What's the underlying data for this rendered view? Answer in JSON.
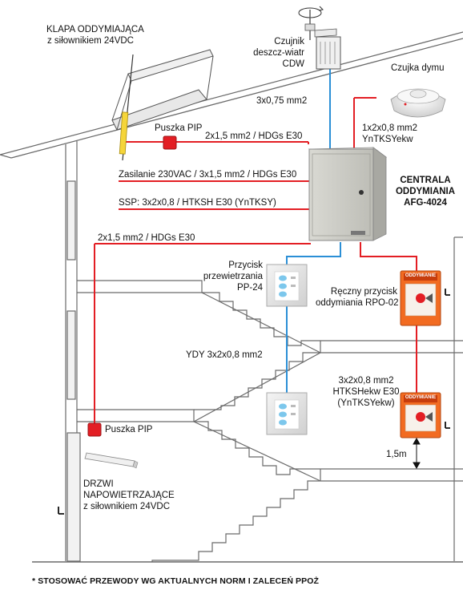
{
  "labels": {
    "roof_vent": [
      "KLAPA ODDYMIAJĄCA",
      "z siłownikiem 24VDC"
    ],
    "rain_wind_sensor": [
      "Czujnik",
      "deszcz-wiatr",
      "CDW"
    ],
    "smoke_detector": "Czujka dymu",
    "cable_sensor": "3x0,75 mm2",
    "pip_top": "Puszka PIP",
    "cable_vent": "2x1,5 mm2 / HDGs E30",
    "cable_detector": [
      "1x2x0,8 mm2",
      "YnTKSYekw"
    ],
    "power": "Zasilanie 230VAC / 3x1,5 mm2 / HDGs E30",
    "ssp": "SSP: 3x2x0,8 / HTKSH E30 (YnTKSY)",
    "cable_door": "2x1,5 mm2 / HDGs E30",
    "controller": [
      "CENTRALA",
      "ODDYMIANIA",
      "AFG-4024"
    ],
    "vent_button": [
      "Przycisk",
      "przewietrzania",
      "PP-24"
    ],
    "manual_call": [
      "Ręczny przycisk",
      "oddymiania RPO-02"
    ],
    "rpo_plate_text": "ODDYMIANIE",
    "ydy_cable": "YDY 3x2x0,8 mm2",
    "cable_rpo": [
      "3x2x0,8 mm2",
      "HTKSHekw E30",
      "(YnTKSYekw)"
    ],
    "height": "1,5m",
    "pip_bottom": "Puszka PIP",
    "door": [
      "DRZWI",
      "NAPOWIETRZAJĄCE",
      "z siłownikiem 24VDC"
    ],
    "footnote": "* STOSOWAĆ PRZEWODY WG AKTUALNYCH  NORM I ZALECEŃ PPOŻ"
  },
  "colors": {
    "red_cable": "#e31e24",
    "blue_cable": "#2b8fd6",
    "building_line": "#6a6a6a",
    "rpo_orange": "#f26b21"
  }
}
